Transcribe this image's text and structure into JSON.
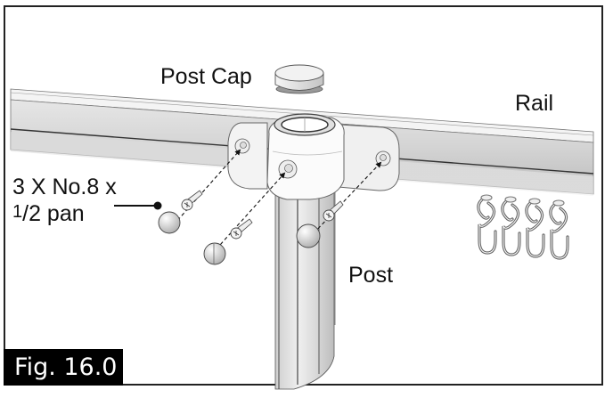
{
  "figure": {
    "label": "Fig. 16.0"
  },
  "callouts": {
    "post_cap": "Post Cap",
    "rail": "Rail",
    "post": "Post",
    "screws_line1": "3 X No.8 x",
    "screws_fraction_num": "1",
    "screws_line2": "/2 pan"
  },
  "colors": {
    "frame": "#222222",
    "badge_bg": "#000000",
    "badge_text": "#ffffff",
    "rail_light": "#f2f2f2",
    "rail_dark": "#bdbdbd",
    "outline": "#555555"
  },
  "parts": {
    "screw_count": 3,
    "hook_count": 4
  }
}
